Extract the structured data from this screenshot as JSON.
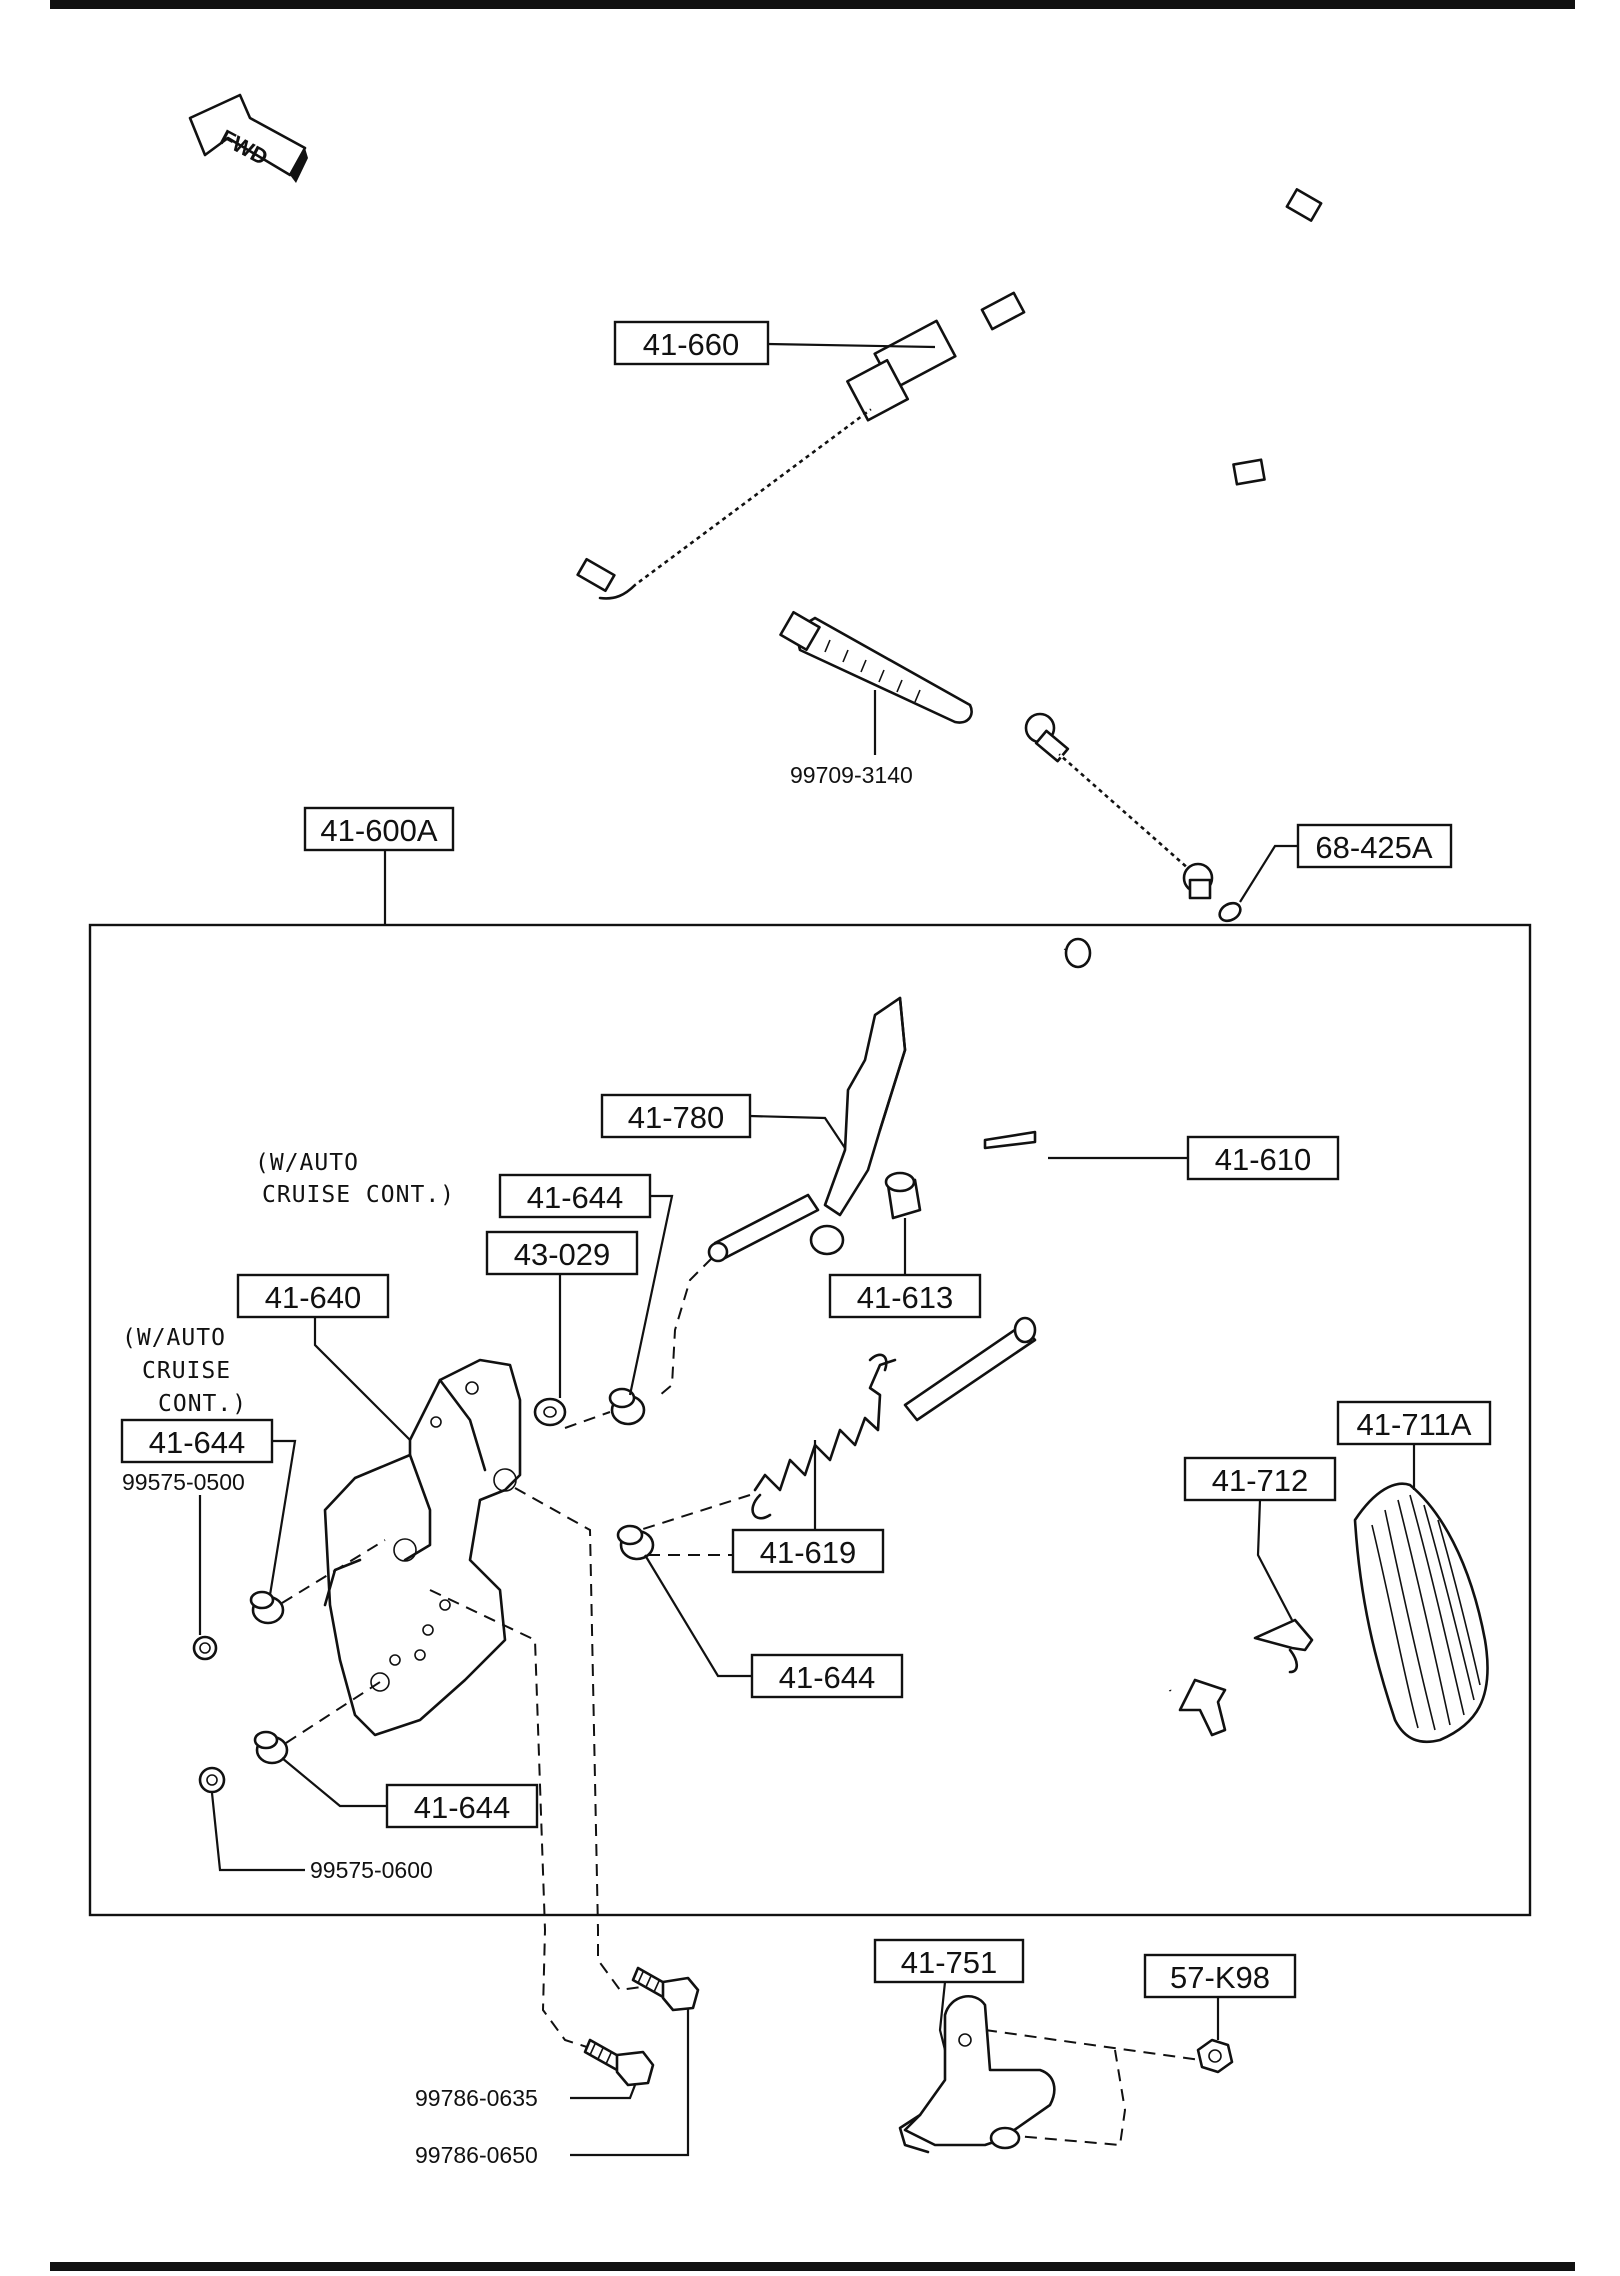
{
  "direction_badge": "FWD",
  "callouts": {
    "cable": "41-660",
    "cable_clip": "99709-3140",
    "assembly": "41-600A",
    "clip_68": "68-425A",
    "bracket_780": "41-780",
    "pedal_arm": "41-610",
    "bush_upper": "41-644",
    "grommet": "43-029",
    "bush_613": "41-613",
    "bracket_640": "41-640",
    "bush_left": "41-644",
    "washer_0500": "99575-0500",
    "spring": "41-619",
    "bush_mid": "41-644",
    "bush_lower": "41-644",
    "washer_0600": "99575-0600",
    "pedal_pad": "41-711A",
    "stopper": "41-712",
    "bracket_751": "41-751",
    "nut": "57-K98",
    "bolt_0635": "99786-0635",
    "bolt_0650": "99786-0650"
  },
  "notes": {
    "upper_line1": "(W/AUTO",
    "upper_line2": "CRUISE CONT.)",
    "left_line1": "(W/AUTO",
    "left_line2": "CRUISE",
    "left_line3": "CONT.)"
  }
}
